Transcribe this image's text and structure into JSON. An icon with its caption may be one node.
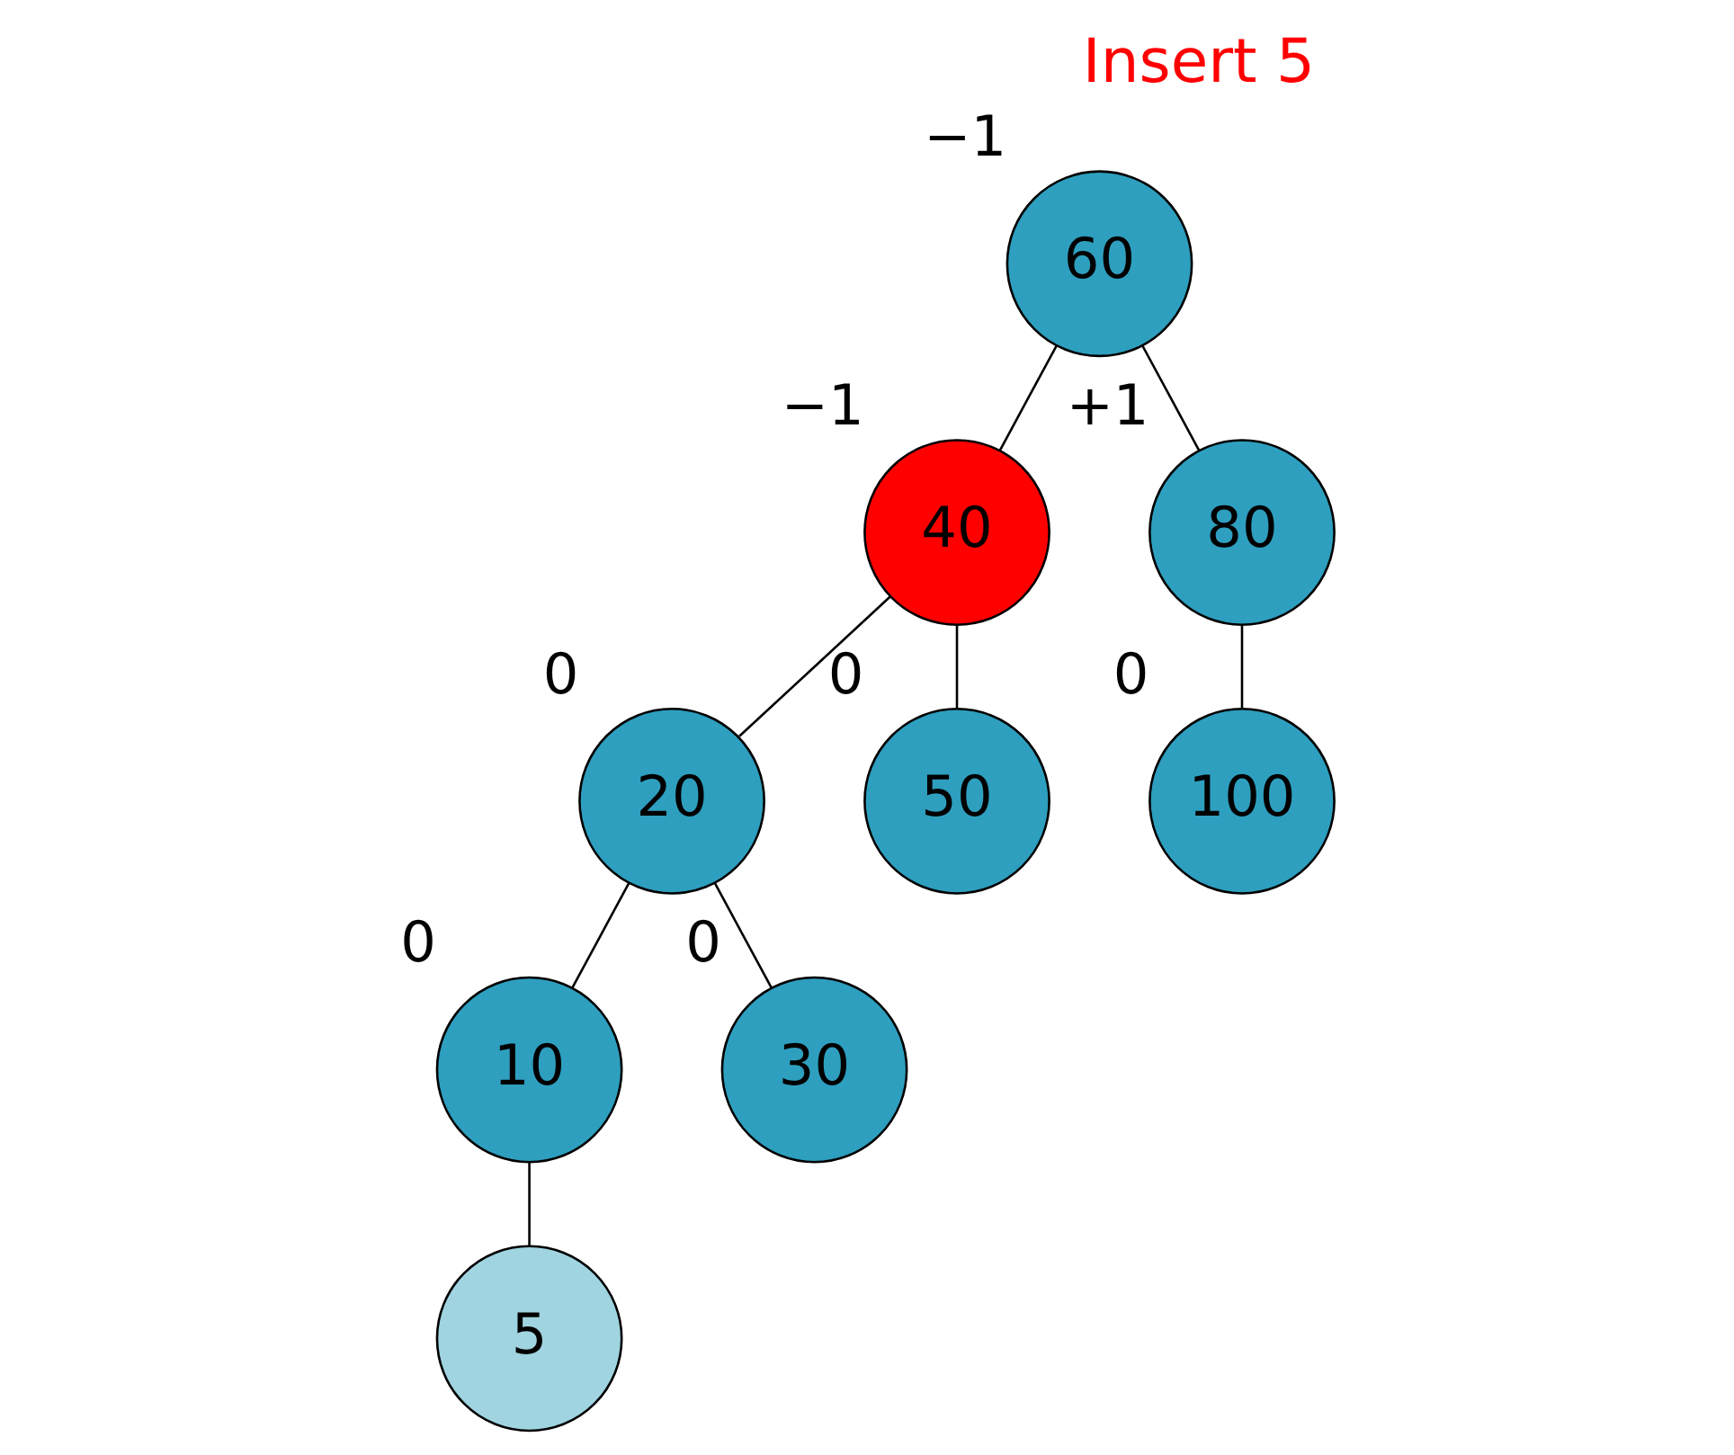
{
  "diagram": {
    "title": "Insert 5",
    "nodes": [
      {
        "text": [
          "60"
        ],
        "beside": [
          "−1"
        ]
      },
      {
        "text": [
          "40"
        ],
        "beside": [
          "−1"
        ]
      },
      {
        "text": [
          "80"
        ],
        "beside": [
          "+1"
        ]
      },
      {
        "text": [
          "20"
        ],
        "beside": [
          "0"
        ]
      },
      {
        "text": [
          "50"
        ],
        "beside": [
          "0"
        ]
      },
      {
        "text": [
          "100"
        ],
        "beside": [
          "0"
        ]
      },
      {
        "text": [
          "10"
        ],
        "beside": [
          "0"
        ]
      },
      {
        "text": [
          "30"
        ],
        "beside": [
          "0"
        ]
      },
      {
        "text": [
          "5"
        ]
      }
    ],
    "edges": [
      {
        "from": 0,
        "to": 1,
        "arrow": "none"
      },
      {
        "from": 0,
        "to": 2,
        "arrow": "none"
      },
      {
        "from": 1,
        "to": 3,
        "arrow": "none"
      },
      {
        "from": 1,
        "to": 4,
        "arrow": "none"
      },
      {
        "from": 2,
        "to": 5,
        "arrow": "none"
      },
      {
        "from": 3,
        "to": 6,
        "arrow": "none"
      },
      {
        "from": 3,
        "to": 7,
        "arrow": "none"
      },
      {
        "from": 6,
        "to": 8,
        "arrow": "none"
      }
    ]
  }
}
